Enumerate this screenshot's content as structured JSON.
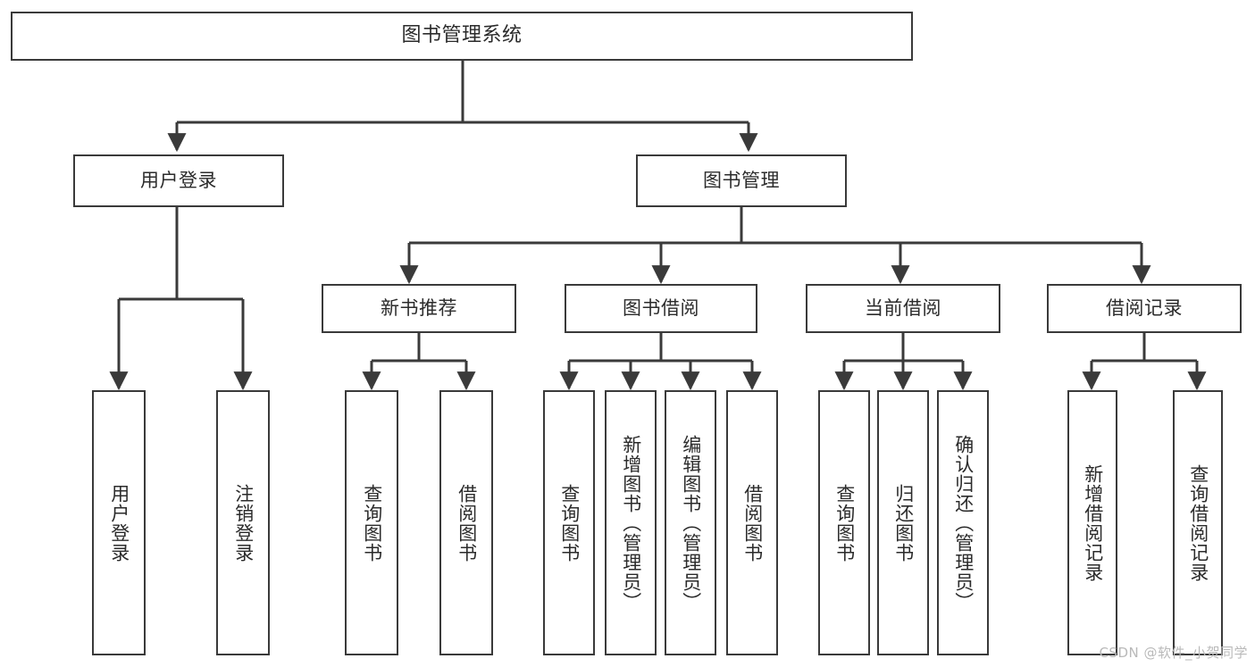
{
  "diagram": {
    "title": "图书管理系统",
    "type": "tree",
    "watermark": "CSDN @软件_小贺同学",
    "colors": {
      "stroke": "#3a3a3a",
      "fill": "#ffffff",
      "text": "#2b2b2b",
      "watermark": "#b9b9b9"
    },
    "root": {
      "label": "图书管理系统"
    },
    "level2": [
      {
        "label": "用户登录"
      },
      {
        "label": "图书管理"
      }
    ],
    "level3": [
      {
        "label": "新书推荐"
      },
      {
        "label": "图书借阅"
      },
      {
        "label": "当前借阅"
      },
      {
        "label": "借阅记录"
      }
    ],
    "leaves": {
      "user_login": [
        {
          "label": "用户登录"
        },
        {
          "label": "注销登录"
        }
      ],
      "new_book": [
        {
          "label": "查询图书"
        },
        {
          "label": "借阅图书"
        }
      ],
      "borrow": [
        {
          "label": "查询图书"
        },
        {
          "label": "新增图书（管理员）"
        },
        {
          "label": "编辑图书（管理员）"
        },
        {
          "label": "借阅图书"
        }
      ],
      "current": [
        {
          "label": "查询图书"
        },
        {
          "label": "归还图书"
        },
        {
          "label": "确认归还（管理员）"
        }
      ],
      "records": [
        {
          "label": "新增借阅记录"
        },
        {
          "label": "查询借阅记录"
        }
      ]
    }
  }
}
